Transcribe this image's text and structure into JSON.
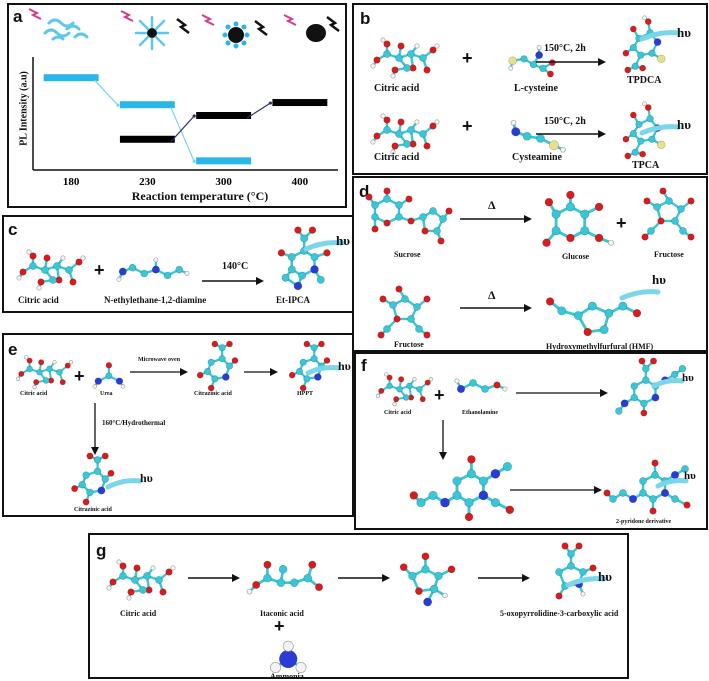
{
  "panels": {
    "a": {
      "label": "a",
      "ylabel": "PL Intensity (a.u)",
      "xlabel": "Reaction temperature (°C)"
    },
    "b": {
      "label": "b",
      "row1": {
        "reactant1": "Citric acid",
        "reactant2": "L-cysteine",
        "condition": "150°C, 2h",
        "product": "TPDCA",
        "hv": "hυ"
      },
      "row2": {
        "reactant1": "Citric acid",
        "reactant2": "Cysteamine",
        "condition": "150°C, 2h",
        "product": "TPCA",
        "hv": "hυ"
      }
    },
    "c": {
      "label": "c",
      "reactant1": "Citric acid",
      "reactant2": "N-ethylethane-1,2-diamine",
      "condition": "140°C",
      "product": "Et-IPCA",
      "hv": "hυ"
    },
    "d": {
      "label": "d",
      "row1": {
        "reactant": "Sucrose",
        "condition": "Δ",
        "product1": "Glucose",
        "product2": "Fructose"
      },
      "row2": {
        "reactant": "Fructose",
        "condition": "Δ",
        "product": "Hydroxymethylfurfural (HMF)",
        "hv": "hυ"
      }
    },
    "e": {
      "label": "e",
      "reactant1": "Citric acid",
      "reactant2": "Urea",
      "condition1": "Microwave oven",
      "intermediate": "Citrazinic acid",
      "product1": "HPPT",
      "condition2": "160°C/Hydrothermal",
      "product2": "Citrazinic acid",
      "hv": "hυ"
    },
    "f": {
      "label": "f",
      "reactant1": "Citric acid",
      "reactant2": "Ethanolamine",
      "product": "2-pyridone derivative",
      "hv": "hυ"
    },
    "g": {
      "label": "g",
      "reactant1": "Citric acid",
      "intermediate": "Itaconic acid",
      "reactant2": "Ammonia",
      "product": "5-oxopyrrolidine-3-carboxylic acid",
      "hv": "hυ"
    }
  },
  "chart_data": {
    "type": "line",
    "title": "",
    "xlabel": "Reaction temperature (°C)",
    "ylabel": "PL Intensity (a.u)",
    "x_ticks": [
      "180",
      "230",
      "300",
      "400"
    ],
    "series": [
      {
        "color": "#29b6e8",
        "segments": [
          {
            "x": "180",
            "level": 0.85
          },
          {
            "x": "230",
            "level": 0.6
          },
          {
            "x": "300",
            "level": 0.08
          }
        ]
      },
      {
        "color": "#000000",
        "segments": [
          {
            "x": "230",
            "level": 0.28
          },
          {
            "x": "300",
            "level": 0.5
          },
          {
            "x": "400",
            "level": 0.62
          }
        ]
      }
    ],
    "grid": false
  },
  "colors": {
    "carbon": "#39c6d6",
    "oxygen": "#d81b1b",
    "nitrogen": "#2a3bd6",
    "sulfur": "#e8e08a",
    "hydrogen": "#f4f4f4",
    "glow": "#7ad6e8"
  }
}
